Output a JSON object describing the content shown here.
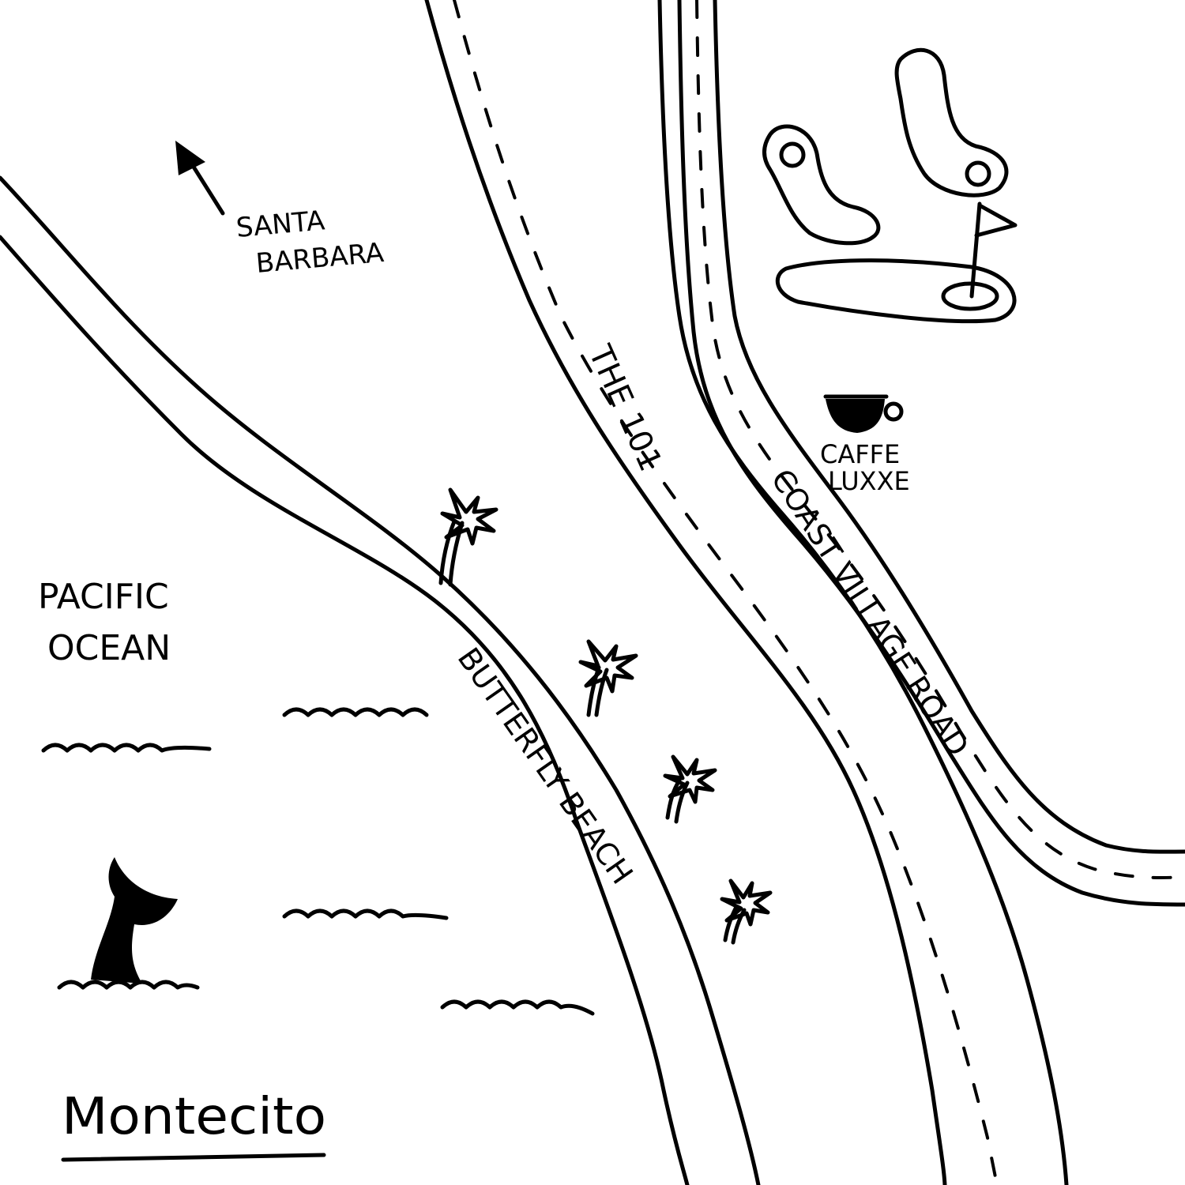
{
  "title": "Montecito",
  "colors": {
    "ink": "#000000",
    "paper": "#ffffff"
  },
  "labels": {
    "direction": "SANTA BARBARA",
    "direction_line1": "SANTA",
    "direction_line2": "BARBARA",
    "ocean_line1": "PACIFIC",
    "ocean_line2": "OCEAN",
    "cafe_line1": "CAFFE",
    "cafe_line2": "LUXXE"
  },
  "roads": [
    {
      "name": "THE 101"
    },
    {
      "name": "COAST VILLAGE ROAD"
    },
    {
      "name": "BUTTERFLY BEACH"
    }
  ],
  "icons": [
    "arrow-icon",
    "coffee-cup-icon",
    "golf-course-icon",
    "golf-flag-icon",
    "palm-tree-icon",
    "wave-icon",
    "whale-tail-icon"
  ]
}
